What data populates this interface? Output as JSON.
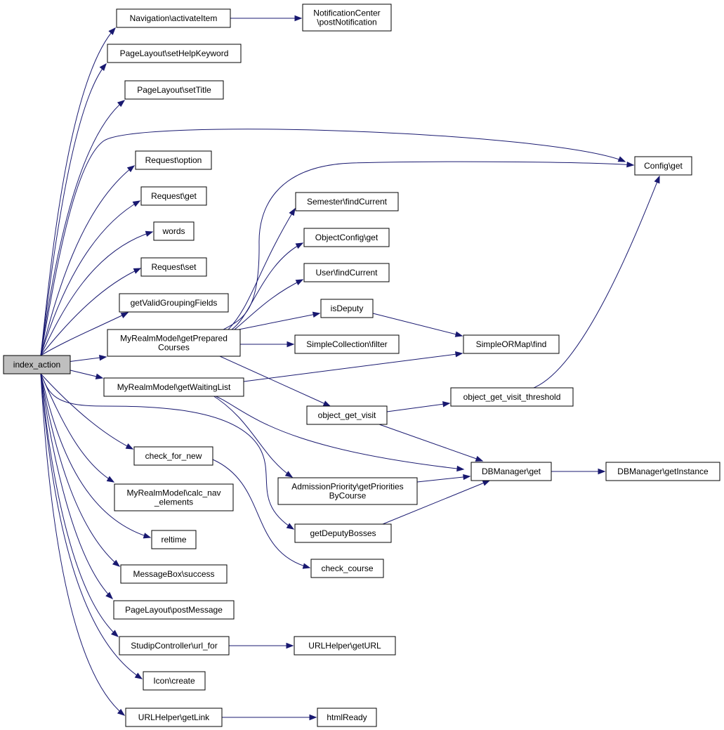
{
  "nodes": {
    "n0": {
      "lines": [
        "index_action"
      ]
    },
    "n1": {
      "lines": [
        "Navigation\\activateItem"
      ]
    },
    "n2": {
      "lines": [
        "NotificationCenter",
        "\\postNotification"
      ]
    },
    "n3": {
      "lines": [
        "PageLayout\\setHelpKeyword"
      ]
    },
    "n4": {
      "lines": [
        "PageLayout\\setTitle"
      ]
    },
    "n5": {
      "lines": [
        "Config\\get"
      ]
    },
    "n6": {
      "lines": [
        "Request\\option"
      ]
    },
    "n7": {
      "lines": [
        "Request\\get"
      ]
    },
    "n8": {
      "lines": [
        "words"
      ]
    },
    "n9": {
      "lines": [
        "Request\\set"
      ]
    },
    "n10": {
      "lines": [
        "getValidGroupingFields"
      ]
    },
    "n11": {
      "lines": [
        "MyRealmModel\\getPrepared",
        "Courses"
      ]
    },
    "n12": {
      "lines": [
        "Semester\\findCurrent"
      ]
    },
    "n13": {
      "lines": [
        "ObjectConfig\\get"
      ]
    },
    "n14": {
      "lines": [
        "User\\findCurrent"
      ]
    },
    "n15": {
      "lines": [
        "isDeputy"
      ]
    },
    "n16": {
      "lines": [
        "SimpleORMap\\find"
      ]
    },
    "n17": {
      "lines": [
        "SimpleCollection\\filter"
      ]
    },
    "n18": {
      "lines": [
        "object_get_visit"
      ]
    },
    "n19": {
      "lines": [
        "object_get_visit_threshold"
      ]
    },
    "n20": {
      "lines": [
        "DBManager\\get"
      ]
    },
    "n21": {
      "lines": [
        "DBManager\\getInstance"
      ]
    },
    "n22": {
      "lines": [
        "MyRealmModel\\getWaitingList"
      ]
    },
    "n23": {
      "lines": [
        "AdmissionPriority\\getPriorities",
        "ByCourse"
      ]
    },
    "n24": {
      "lines": [
        "check_for_new"
      ]
    },
    "n25": {
      "lines": [
        "getDeputyBosses"
      ]
    },
    "n26": {
      "lines": [
        "check_course"
      ]
    },
    "n27": {
      "lines": [
        "MyRealmModel\\calc_nav",
        "_elements"
      ]
    },
    "n28": {
      "lines": [
        "reltime"
      ]
    },
    "n29": {
      "lines": [
        "MessageBox\\success"
      ]
    },
    "n30": {
      "lines": [
        "PageLayout\\postMessage"
      ]
    },
    "n31": {
      "lines": [
        "StudipController\\url_for"
      ]
    },
    "n32": {
      "lines": [
        "URLHelper\\getURL"
      ]
    },
    "n33": {
      "lines": [
        "Icon\\create"
      ]
    },
    "n34": {
      "lines": [
        "URLHelper\\getLink"
      ]
    },
    "n35": {
      "lines": [
        "htmlReady"
      ]
    }
  },
  "edges": [
    [
      "n0",
      "n1"
    ],
    [
      "n1",
      "n2"
    ],
    [
      "n0",
      "n3"
    ],
    [
      "n0",
      "n4"
    ],
    [
      "n0",
      "n5"
    ],
    [
      "n0",
      "n6"
    ],
    [
      "n0",
      "n7"
    ],
    [
      "n0",
      "n8"
    ],
    [
      "n0",
      "n9"
    ],
    [
      "n0",
      "n10"
    ],
    [
      "n0",
      "n11"
    ],
    [
      "n11",
      "n5"
    ],
    [
      "n11",
      "n12"
    ],
    [
      "n11",
      "n13"
    ],
    [
      "n11",
      "n14"
    ],
    [
      "n11",
      "n15"
    ],
    [
      "n15",
      "n16"
    ],
    [
      "n11",
      "n17"
    ],
    [
      "n11",
      "n18"
    ],
    [
      "n18",
      "n19"
    ],
    [
      "n19",
      "n5"
    ],
    [
      "n18",
      "n20"
    ],
    [
      "n20",
      "n21"
    ],
    [
      "n0",
      "n22"
    ],
    [
      "n22",
      "n16"
    ],
    [
      "n22",
      "n20"
    ],
    [
      "n22",
      "n23"
    ],
    [
      "n23",
      "n20"
    ],
    [
      "n0",
      "n24"
    ],
    [
      "n0",
      "n25"
    ],
    [
      "n25",
      "n20"
    ],
    [
      "n24",
      "n26"
    ],
    [
      "n0",
      "n27"
    ],
    [
      "n0",
      "n28"
    ],
    [
      "n0",
      "n29"
    ],
    [
      "n0",
      "n30"
    ],
    [
      "n0",
      "n31"
    ],
    [
      "n31",
      "n32"
    ],
    [
      "n0",
      "n33"
    ],
    [
      "n0",
      "n34"
    ],
    [
      "n34",
      "n35"
    ]
  ]
}
